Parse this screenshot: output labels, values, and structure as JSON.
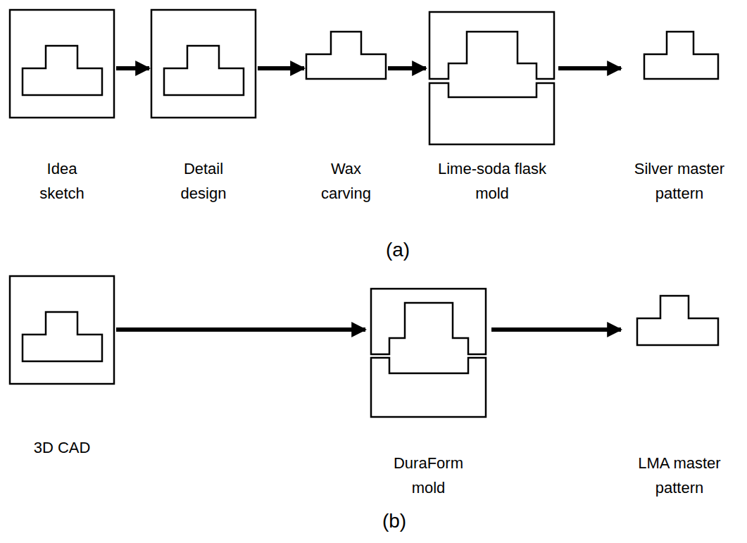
{
  "diagram": {
    "nodes": [
      {
        "text": [
          "Idea sketch"
        ]
      },
      {
        "text": [
          "Detail design"
        ]
      },
      {
        "text": [
          "Wax carving"
        ]
      },
      {
        "text": [
          "Lime-soda flask mold"
        ]
      },
      {
        "text": [
          "Silver master pattern"
        ]
      },
      {
        "text": [
          "3D CAD"
        ]
      },
      {
        "text": [
          "DuraForm mold"
        ]
      },
      {
        "text": [
          "LMA master pattern"
        ]
      }
    ],
    "edges": [
      {
        "from": 0,
        "to": 1,
        "arrow": "to"
      },
      {
        "from": 1,
        "to": 2,
        "arrow": "to"
      },
      {
        "from": 2,
        "to": 3,
        "arrow": "to"
      },
      {
        "from": 3,
        "to": 4,
        "arrow": "to"
      },
      {
        "from": 5,
        "to": 6,
        "arrow": "to"
      },
      {
        "from": 6,
        "to": 7,
        "arrow": "to"
      }
    ],
    "labels": [
      "(a)",
      "(b)"
    ]
  }
}
